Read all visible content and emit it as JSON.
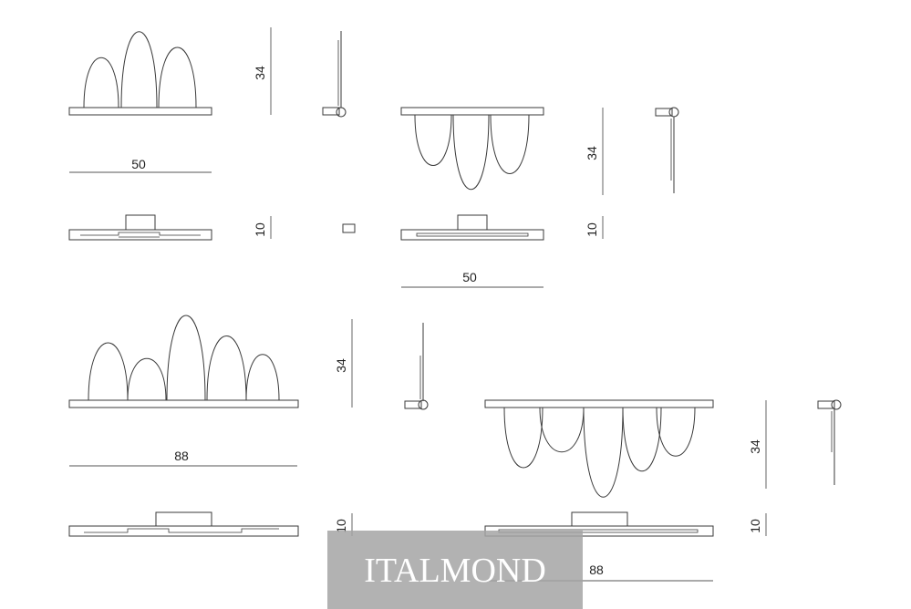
{
  "labels": {
    "small_up_height": "34",
    "small_up_width": "50",
    "small_up_depth": "10",
    "small_down_height": "34",
    "small_down_depth": "10",
    "small_down_width": "50",
    "large_up_height": "34",
    "large_up_width": "88",
    "large_up_depth": "10",
    "large_down_height": "34",
    "large_down_depth": "10",
    "large_down_width": "88"
  },
  "watermark": {
    "text": "ITALMOND"
  }
}
